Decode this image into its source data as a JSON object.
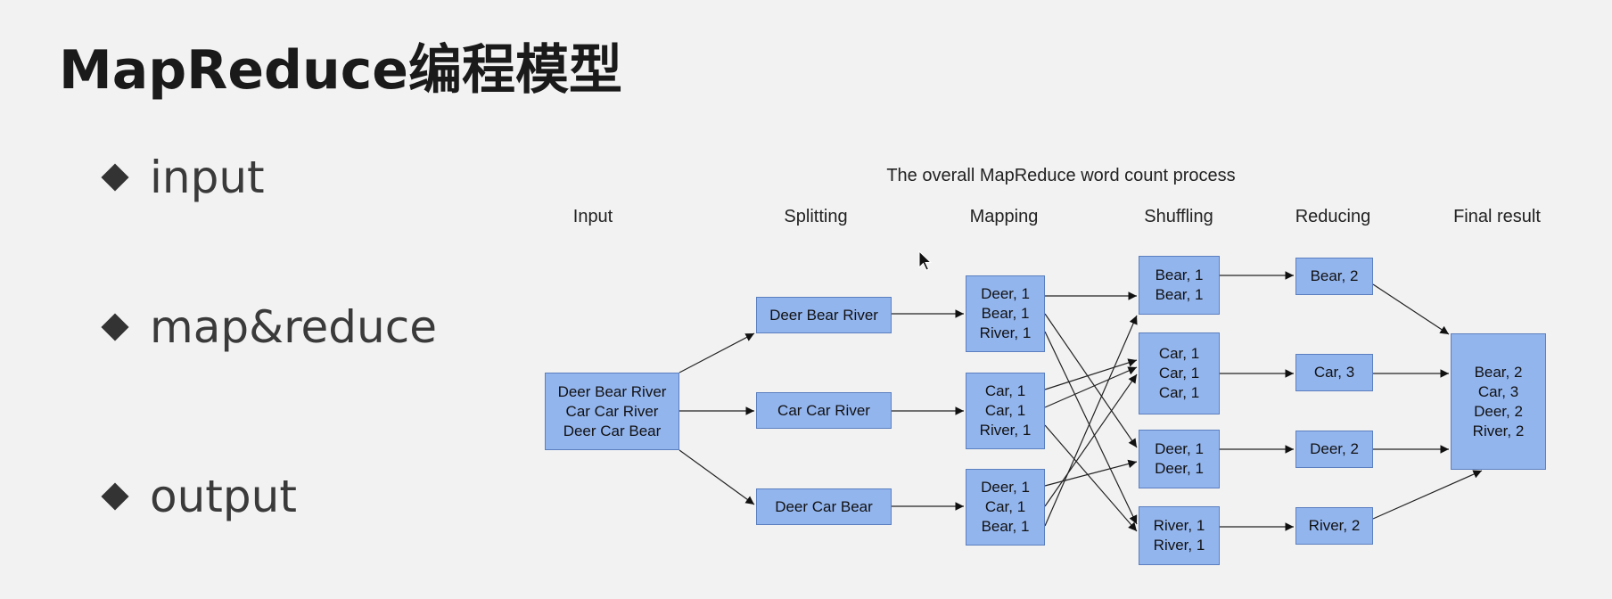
{
  "slide": {
    "title": "MapReduce编程模型",
    "bullets": [
      "input",
      "map&reduce",
      "output"
    ]
  },
  "diagram": {
    "title": "The overall MapReduce word count process",
    "stages": [
      "Input",
      "Splitting",
      "Mapping",
      "Shuffling",
      "Reducing",
      "Final result"
    ],
    "input": [
      "Deer Bear River",
      "Car Car River",
      "Deer Car Bear"
    ],
    "splitting": [
      "Deer Bear River",
      "Car Car River",
      "Deer Car Bear"
    ],
    "mapping": [
      [
        "Deer, 1",
        "Bear, 1",
        "River, 1"
      ],
      [
        "Car, 1",
        "Car, 1",
        "River, 1"
      ],
      [
        "Deer, 1",
        "Car, 1",
        "Bear, 1"
      ]
    ],
    "shuffling": [
      [
        "Bear, 1",
        "Bear, 1"
      ],
      [
        "Car, 1",
        "Car, 1",
        "Car, 1"
      ],
      [
        "Deer, 1",
        "Deer, 1"
      ],
      [
        "River, 1",
        "River, 1"
      ]
    ],
    "reducing": [
      "Bear, 2",
      "Car, 3",
      "Deer, 2",
      "River, 2"
    ],
    "final": [
      "Bear, 2",
      "Car, 3",
      "Deer, 2",
      "River, 2"
    ],
    "colors": {
      "box_fill": "#93b5ee",
      "box_border": "#5b7fbf"
    }
  }
}
